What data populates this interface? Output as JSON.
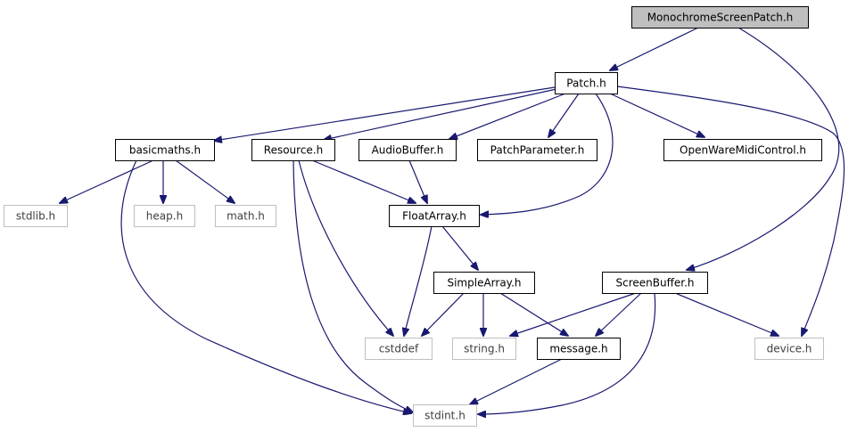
{
  "colors": {
    "edge": "#191970",
    "box_border_solid": "#000000",
    "box_border_external": "#bfbfbf",
    "root_fill": "#bfbfbf",
    "box_fill": "#ffffff",
    "text_dark": "#000000",
    "text_external": "#404040"
  },
  "nodes": [
    {
      "id": "mono",
      "label": "MonochromeScreenPatch.h",
      "kind": "root"
    },
    {
      "id": "patch",
      "label": "Patch.h",
      "kind": "local"
    },
    {
      "id": "basicmaths",
      "label": "basicmaths.h",
      "kind": "local"
    },
    {
      "id": "resource",
      "label": "Resource.h",
      "kind": "local"
    },
    {
      "id": "audiobuffer",
      "label": "AudioBuffer.h",
      "kind": "local"
    },
    {
      "id": "patchparam",
      "label": "PatchParameter.h",
      "kind": "local"
    },
    {
      "id": "openware",
      "label": "OpenWareMidiControl.h",
      "kind": "local"
    },
    {
      "id": "stdlib",
      "label": "stdlib.h",
      "kind": "external"
    },
    {
      "id": "heap",
      "label": "heap.h",
      "kind": "external"
    },
    {
      "id": "math",
      "label": "math.h",
      "kind": "external"
    },
    {
      "id": "floatarray",
      "label": "FloatArray.h",
      "kind": "local"
    },
    {
      "id": "simplearray",
      "label": "SimpleArray.h",
      "kind": "local"
    },
    {
      "id": "screenbuffer",
      "label": "ScreenBuffer.h",
      "kind": "local"
    },
    {
      "id": "cstddef",
      "label": "cstddef",
      "kind": "external"
    },
    {
      "id": "string",
      "label": "string.h",
      "kind": "external"
    },
    {
      "id": "message",
      "label": "message.h",
      "kind": "local"
    },
    {
      "id": "device",
      "label": "device.h",
      "kind": "external"
    },
    {
      "id": "stdint",
      "label": "stdint.h",
      "kind": "external"
    }
  ],
  "edges": [
    {
      "from": "mono",
      "to": "patch"
    },
    {
      "from": "mono",
      "to": "screenbuffer"
    },
    {
      "from": "patch",
      "to": "basicmaths"
    },
    {
      "from": "patch",
      "to": "resource"
    },
    {
      "from": "patch",
      "to": "audiobuffer"
    },
    {
      "from": "patch",
      "to": "patchparam"
    },
    {
      "from": "patch",
      "to": "openware"
    },
    {
      "from": "patch",
      "to": "floatarray"
    },
    {
      "from": "patch",
      "to": "device"
    },
    {
      "from": "basicmaths",
      "to": "stdlib"
    },
    {
      "from": "basicmaths",
      "to": "heap"
    },
    {
      "from": "basicmaths",
      "to": "math"
    },
    {
      "from": "basicmaths",
      "to": "stdint"
    },
    {
      "from": "resource",
      "to": "floatarray"
    },
    {
      "from": "resource",
      "to": "cstddef"
    },
    {
      "from": "resource",
      "to": "stdint"
    },
    {
      "from": "audiobuffer",
      "to": "floatarray"
    },
    {
      "from": "floatarray",
      "to": "simplearray"
    },
    {
      "from": "floatarray",
      "to": "cstddef"
    },
    {
      "from": "simplearray",
      "to": "cstddef"
    },
    {
      "from": "simplearray",
      "to": "string"
    },
    {
      "from": "simplearray",
      "to": "message"
    },
    {
      "from": "screenbuffer",
      "to": "string"
    },
    {
      "from": "screenbuffer",
      "to": "message"
    },
    {
      "from": "screenbuffer",
      "to": "device"
    },
    {
      "from": "screenbuffer",
      "to": "stdint"
    },
    {
      "from": "message",
      "to": "stdint"
    }
  ]
}
